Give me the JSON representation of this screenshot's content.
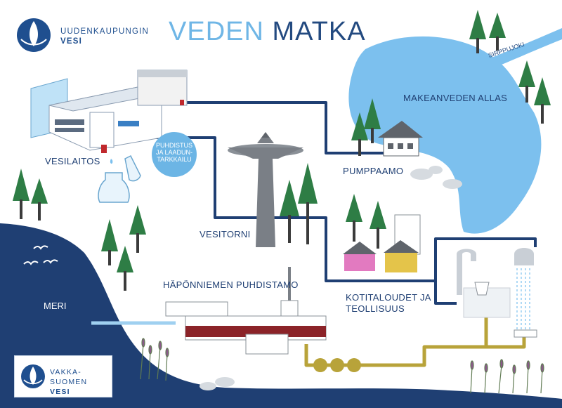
{
  "title": {
    "part1": "VEDEN",
    "part2": "MATKA"
  },
  "logo_top": {
    "line1": "UUDENKAUPUNGIN",
    "line2": "VESI"
  },
  "logo_bottom": {
    "line1": "VAKKA-SUOMEN",
    "line2": "VESI"
  },
  "labels": {
    "vesilaitos": "VESILAITOS",
    "puhdistus": [
      "PUHDISTUS",
      "JA LAADUN-",
      "TARKKAILU"
    ],
    "vesitorni": "VESITORNI",
    "pumppaamo": "PUMPPAAMO",
    "makeanveden_allas": "MAKEANVEDEN ALLAS",
    "sirppujoki": "SIRPPUJOKI",
    "kotitaloudet": [
      "KOTITALOUDET JA",
      "TEOLLISUUS"
    ],
    "puhdistamo": "HÄPÖNNIEMEN PUHDISTAMO",
    "meri": "MERI"
  },
  "colors": {
    "sea": "#1f3f73",
    "lake": "#7cc0ee",
    "pipe_clean": "#1f3f73",
    "pipe_waste": "#b8a33a",
    "title_light": "#6fb6e6",
    "title_dark": "#234a80",
    "tree": "#2e7d45",
    "badge": "#6cb5e5"
  }
}
